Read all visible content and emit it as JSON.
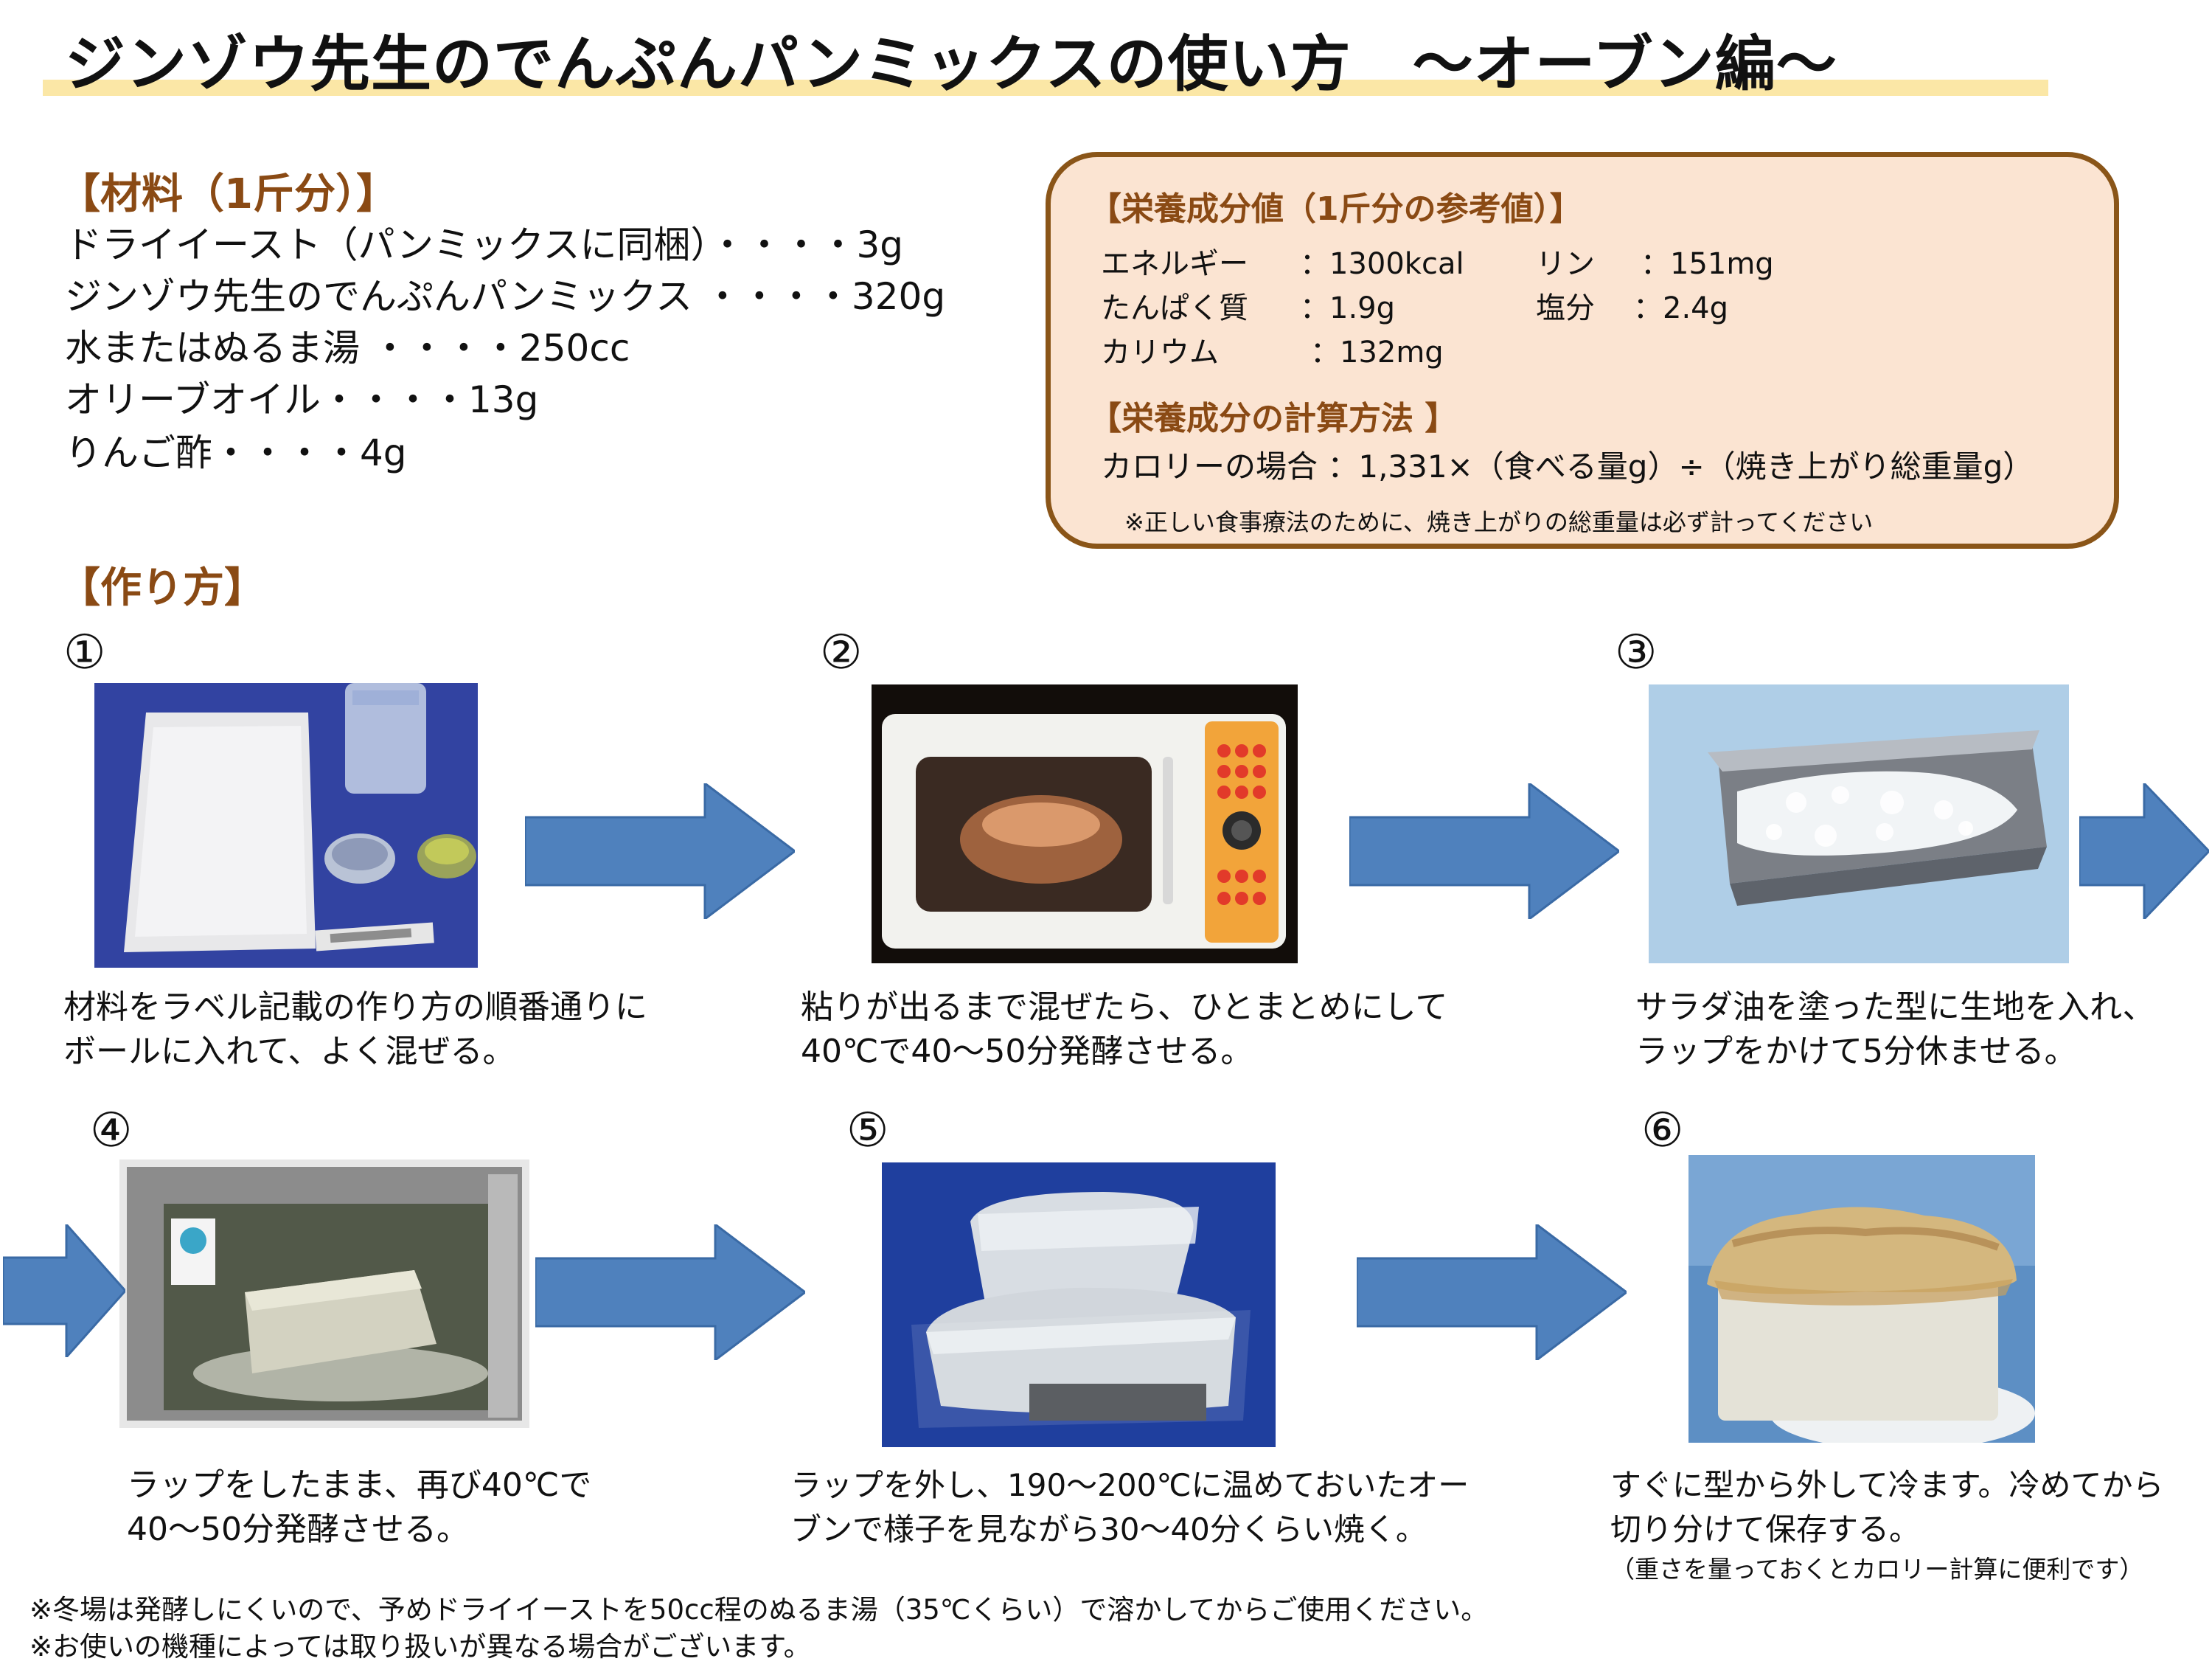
{
  "title": "ジンゾウ先生のでんぷんパンミックスの使い方　～オーブン編～",
  "ingredients": {
    "heading": "【材料（1斤分）】",
    "items": [
      "ドライイースト（パンミックスに同梱）・・・・3g",
      "ジンゾウ先生のでんぷんパンミックス ・・・・320g",
      "水またはぬるま湯 ・・・・250cc",
      "オリーブオイル・・・・13g",
      "りんご酢・・・・4g"
    ]
  },
  "nutrition": {
    "heading": "【栄養成分値（1斤分の参考値）】",
    "rows": [
      {
        "label": "エネルギー",
        "value": "：1300kcal"
      },
      {
        "label": "リン",
        "value": "：151mg"
      },
      {
        "label": "たんぱく質",
        "value": "：1.9g"
      },
      {
        "label": "塩分",
        "value": "：2.4g"
      },
      {
        "label": "カリウム",
        "value": "：132mg"
      }
    ],
    "calc_heading": "【栄養成分の計算方法 】",
    "calc_formula": "カロリーの場合 ：1,331×（食べる量g）÷（焼き上がり総重量g）",
    "calc_note": "※正しい食事療法のために、焼き上がりの総重量は必ず計ってください"
  },
  "method": {
    "heading": "【作り方】",
    "steps": [
      {
        "num": "①",
        "lines": [
          "材料をラベル記載の作り方の順番通りに",
          "ボールに入れて、よく混ぜる。"
        ]
      },
      {
        "num": "②",
        "lines": [
          "粘りが出るまで混ぜたら、ひとまとめにして",
          "40℃で40～50分発酵させる。"
        ]
      },
      {
        "num": "③",
        "lines": [
          "サラダ油を塗った型に生地を入れ、",
          "ラップをかけて5分休ませる。"
        ]
      },
      {
        "num": "④",
        "lines": [
          "ラップをしたまま、再び40℃で",
          "40～50分発酵させる。"
        ]
      },
      {
        "num": "⑤",
        "lines": [
          "ラップを外し、190～200℃に温めておいたオー",
          "ブンで様子を見ながら30～40分くらい焼く。"
        ]
      },
      {
        "num": "⑥",
        "lines": [
          "すぐに型から外して冷ます。冷めてから",
          "切り分けて保存する。"
        ],
        "subnote": "（重さを量っておくとカロリー計算に便利です）"
      }
    ]
  },
  "footnotes": [
    "※冬場は発酵しにくいので、予めドライイーストを50cc程のぬるま湯（35℃くらい）で溶かしてからご使用ください。",
    "※お使いの機種によっては取り扱いが異なる場合がございます。"
  ],
  "colors": {
    "accent_brown": "#8a4a14",
    "arrow_blue": "#4f81bd",
    "title_underline": "#fbe7a6",
    "box_fill": "#fbe4d2"
  },
  "icons": {
    "arrow": "right-arrow-icon"
  }
}
